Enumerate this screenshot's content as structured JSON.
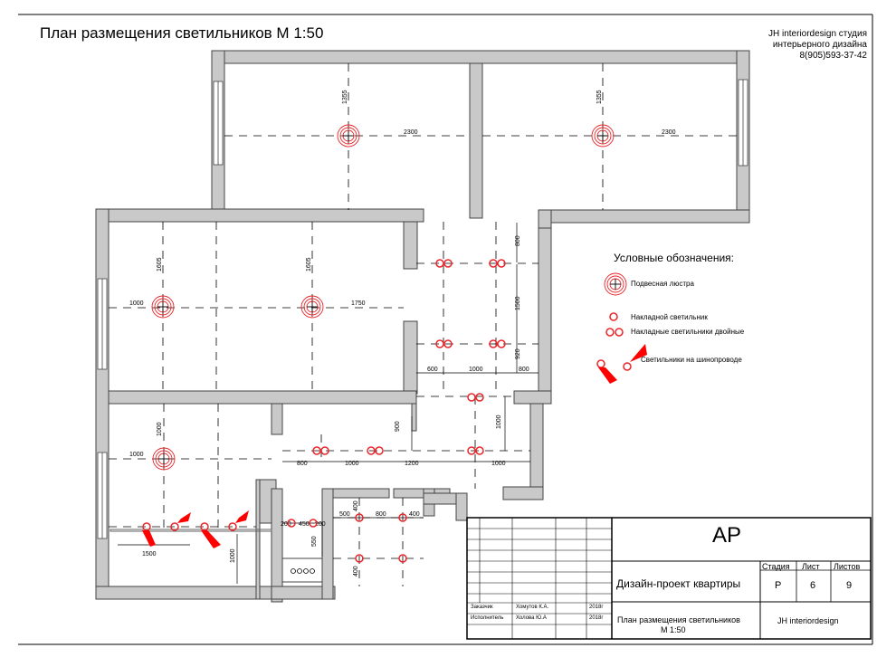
{
  "sheet_title": "План размещения светильников  М 1:50",
  "studio": {
    "line1": "JH interiordesign студия",
    "line2": "интерьерного дизайна",
    "phone": "8(905)593-37-42"
  },
  "legend": {
    "heading": "Условные обозначения:",
    "items": [
      {
        "label": "Подвесная люстра",
        "icon": "pendant-chandelier-icon"
      },
      {
        "label": "Накладной светильник",
        "icon": "surface-light-icon"
      },
      {
        "label": "Накладные светильники двойные",
        "icon": "double-surface-light-icon"
      },
      {
        "label": "Светильники на шинопроводе",
        "icon": "track-spotlight-icon"
      }
    ]
  },
  "dimensions": {
    "room1_h": "1355",
    "room1_w": "2300",
    "room2_h": "1355",
    "room2_w": "2300",
    "left_h1": "1605",
    "left_h2": "1605",
    "left_w1": "1000",
    "left_w2": "1750",
    "hall_800": "800",
    "hall_1500": "1500",
    "hall_920": "920",
    "hall_600": "600",
    "hall_1000": "1000",
    "hall_800b": "800",
    "cor_900": "900",
    "cor_1000": "1000",
    "bot_800": "800",
    "bot_1000": "1000",
    "bot_1200": "1200",
    "bot_1000b": "1000",
    "kit_1000v": "1000",
    "kit_1000": "1000",
    "kit_1500": "1500",
    "kit_1000b": "1000",
    "bath_200": "200",
    "bath_450": "450",
    "bath_200b": "200",
    "bath_550": "550",
    "wc_500": "500",
    "wc_800": "800",
    "wc_400": "400",
    "wc_400v": "400",
    "wc_400v2": "400"
  },
  "stamp": {
    "code": "АР",
    "project": "Дизайн-проект квартиры",
    "col_stage": "Стадия",
    "col_sheet": "Лист",
    "col_sheets": "Листов",
    "stage": "Р",
    "sheet": "6",
    "sheets": "9",
    "customer_label": "Заказчик",
    "customer": "Хомутов К.А.",
    "customer_year": "2018г",
    "author_label": "Исполнитель",
    "author": "Холова  Ю.А",
    "author_year": "2018г",
    "drawing_title_1": "План размещения светильников",
    "drawing_title_2": "М 1:50",
    "organisation": "JH interiordesign"
  },
  "colors": {
    "wall": "#c9c9c9",
    "light": "#e8262a",
    "track": "#ff0000"
  }
}
